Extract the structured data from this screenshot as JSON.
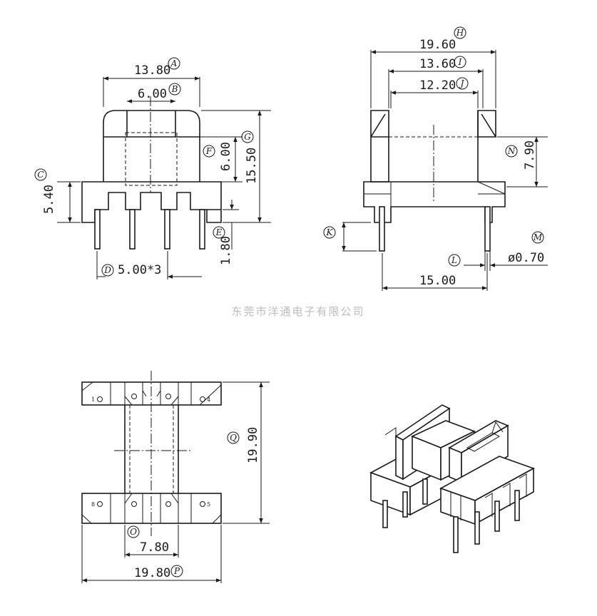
{
  "company": "东莞市洋通电子有限公司",
  "dimensions": {
    "A": "13.80",
    "B": "6.00",
    "C": "5.40",
    "D": "5.00*3",
    "E": "1.80",
    "F": "6.00",
    "G": "15.50",
    "H": "19.60",
    "I": "13.60",
    "J": "12.20",
    "K": "",
    "L": "15.00",
    "M": "ø0.70",
    "N": "7.90",
    "O": "7.80",
    "P": "19.80",
    "Q": "19.90"
  },
  "labels": {
    "A": "A",
    "B": "B",
    "C": "C",
    "D": "D",
    "E": "E",
    "F": "F",
    "G": "G",
    "H": "H",
    "I": "I",
    "J": "J",
    "K": "K",
    "L": "L",
    "M": "M",
    "N": "N",
    "O": "O",
    "P": "P",
    "Q": "Q"
  },
  "pins": [
    "1",
    "4",
    "8",
    "5"
  ]
}
